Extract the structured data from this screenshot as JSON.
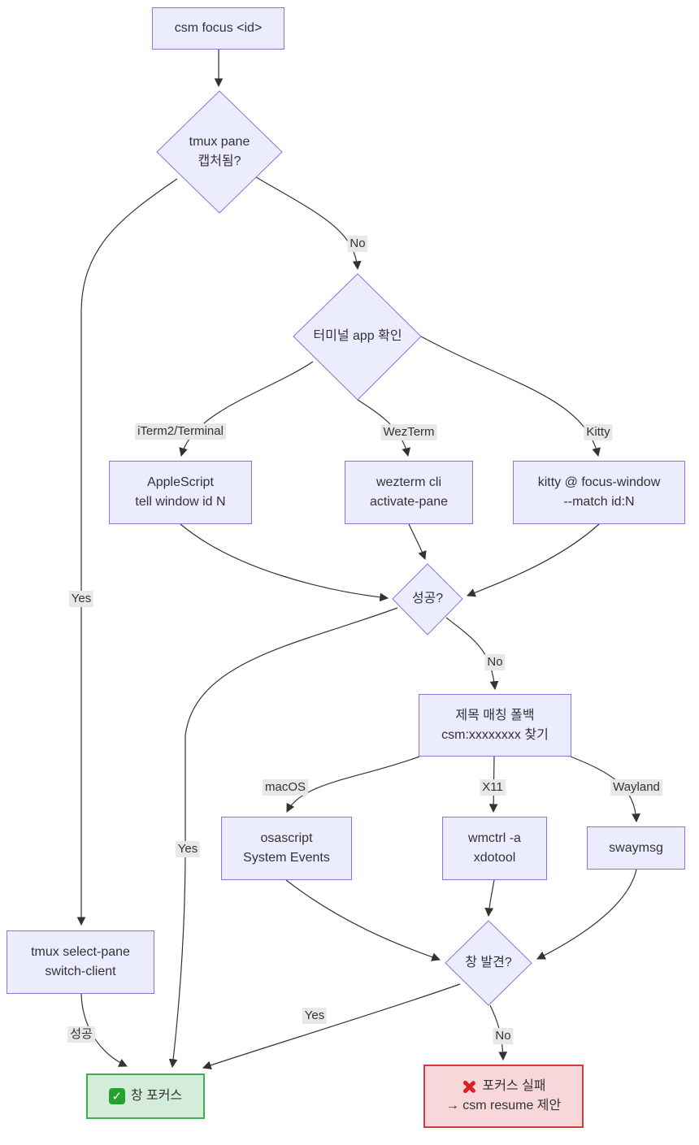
{
  "nodes": {
    "start": {
      "text": "csm focus <id>"
    },
    "tmux_captured": {
      "line1": "tmux pane",
      "line2": "캡처됨?"
    },
    "terminal_check": {
      "text": "터미널 app 확인"
    },
    "applescript": {
      "line1": "AppleScript",
      "line2": "tell window id N"
    },
    "wezterm": {
      "line1": "wezterm cli",
      "line2": "activate-pane"
    },
    "kitty": {
      "line1": "kitty @ focus-window",
      "line2": "--match id:N"
    },
    "success_q": {
      "text": "성공?"
    },
    "title_fallback": {
      "line1": "제목 매칭 폴백",
      "line2": "csm:xxxxxxxx 찾기"
    },
    "osascript": {
      "line1": "osascript",
      "line2": "System Events"
    },
    "wmctrl": {
      "line1": "wmctrl -a",
      "line2": "xdotool"
    },
    "swaymsg": {
      "text": "swaymsg"
    },
    "window_found": {
      "text": "창 발견?"
    },
    "tmux_select": {
      "line1": "tmux select-pane",
      "line2": "switch-client"
    },
    "focus_success": {
      "icon": "check-icon",
      "text": "창 포커스"
    },
    "focus_fail": {
      "icon": "cross-icon",
      "line1": "포커스 실패",
      "line2": "→ csm resume 제안"
    }
  },
  "edge_labels": {
    "no_capture": "No",
    "yes_capture": "Yes",
    "iterm": "iTerm2/Terminal",
    "wezterm": "WezTerm",
    "kitty": "Kitty",
    "no_success": "No",
    "yes_success": "Yes",
    "macos": "macOS",
    "x11": "X11",
    "wayland": "Wayland",
    "yes_found": "Yes",
    "no_found": "No",
    "tmux_ok": "성공"
  },
  "icons": {
    "check_glyph": "✓"
  },
  "colors": {
    "node_fill": "#ECECFF",
    "node_border": "#9370DB",
    "edge_stroke": "#333333",
    "edge_label_bg": "#e8e8e8",
    "success_fill": "#d4edda",
    "success_border": "#3fae4c",
    "fail_fill": "#f8d7da",
    "fail_border": "#d43c3c",
    "check_icon_green": "#23a32c",
    "cross_icon_red": "#dd2020"
  }
}
